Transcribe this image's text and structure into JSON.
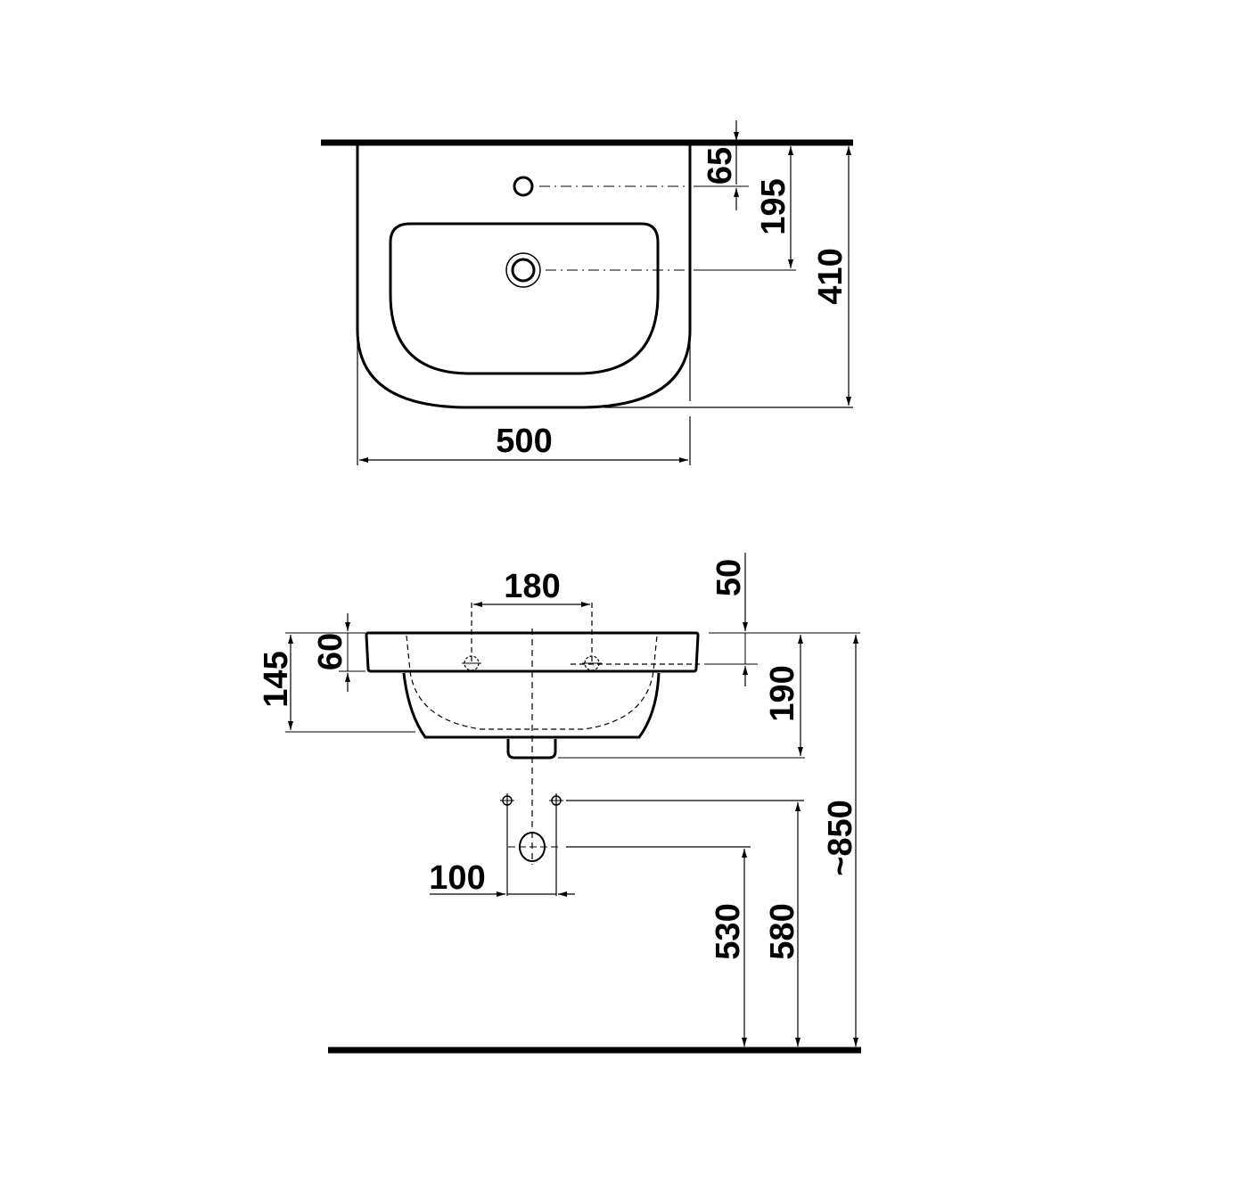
{
  "title": "Washbasin technical dimension drawing",
  "stroke_color": "#000000",
  "background": "#ffffff",
  "top_view": {
    "width_label": "500",
    "depth_label": "410",
    "tap_hole_offset_label": "65",
    "drain_offset_label": "195"
  },
  "front_view": {
    "tap_spacing_label": "180",
    "rim_height_label": "60",
    "bowl_depth_label": "145",
    "overflow_offset_label": "50",
    "total_depth_label": "190",
    "fixing_spacing_label": "100",
    "drain_height_label": "530",
    "fixing_height_label": "580",
    "rim_floor_height_label": "~850"
  }
}
